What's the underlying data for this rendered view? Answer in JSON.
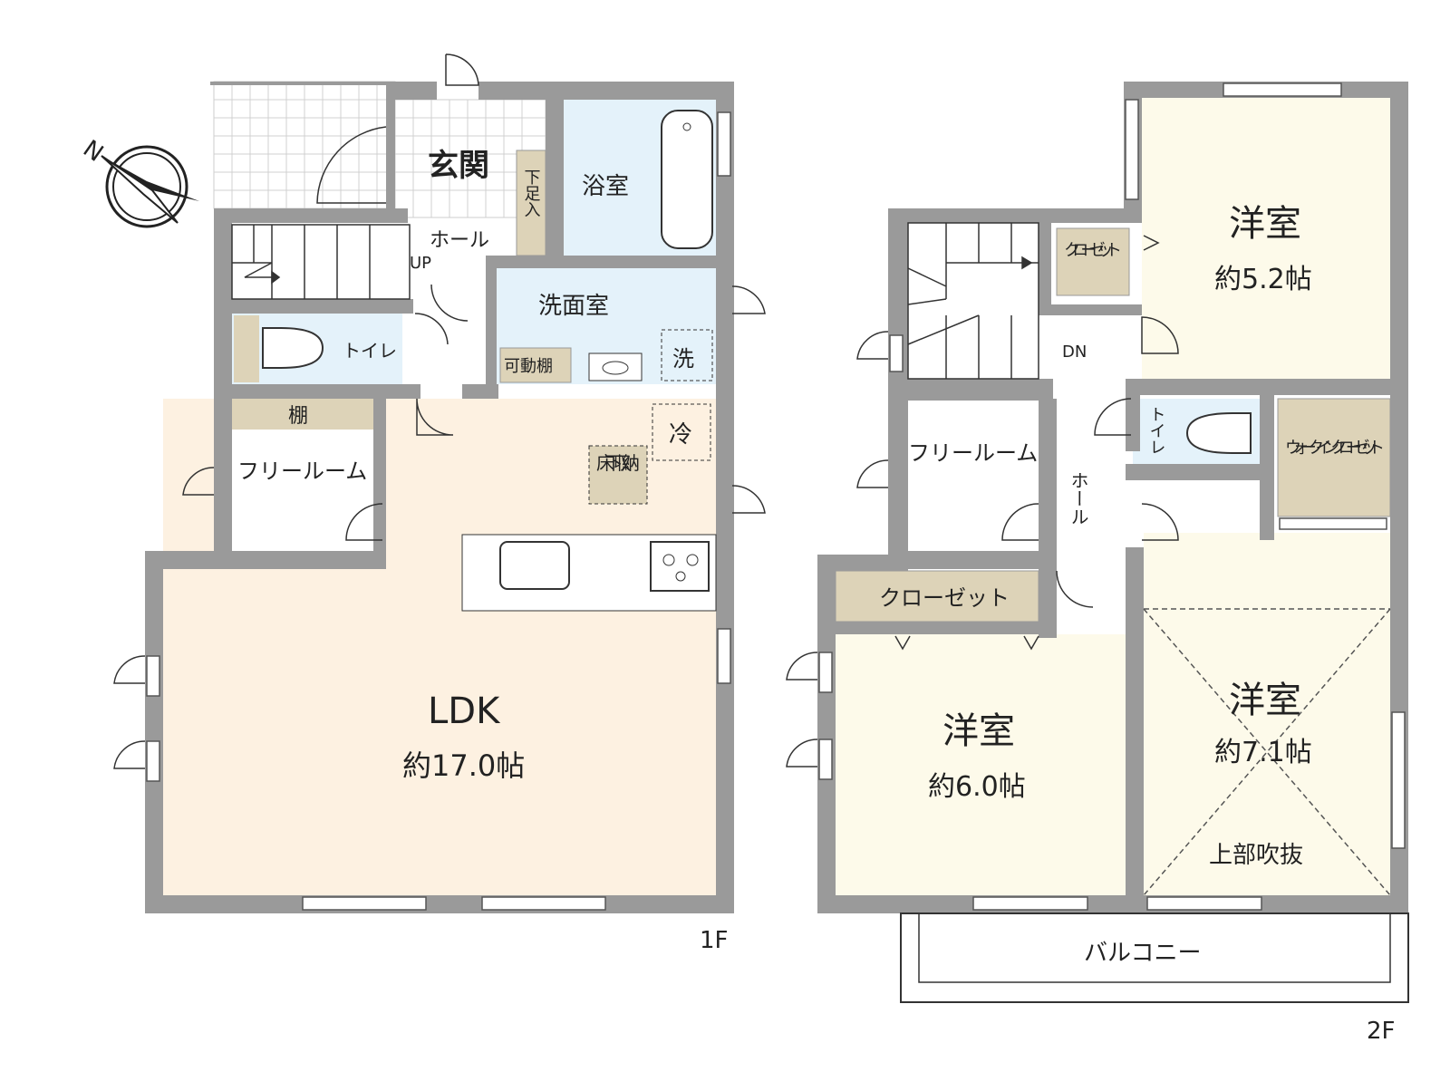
{
  "compass": {
    "north_label": "N"
  },
  "floor1": {
    "label": "1F",
    "genkan": "玄関",
    "getabako": "下足入",
    "bath": "浴室",
    "hall": "ホール",
    "up": "UP",
    "washroom": "洗面室",
    "toilet": "トイレ",
    "movable_shelf": "可動棚",
    "washer": "洗",
    "shelf": "棚",
    "free_room": "フリールーム",
    "fridge": "冷",
    "underfloor_storage": "床下収納",
    "ldk_name": "LDK",
    "ldk_size": "約17.0帖"
  },
  "floor2": {
    "label": "2F",
    "room_a_name": "洋室",
    "room_a_size": "約5.2帖",
    "closet_small": "クローゼット",
    "dn": "DN",
    "free_room": "フリールーム",
    "hall": "ホール",
    "toilet": "トイレ",
    "wic": "ウォークインクローゼット",
    "closet": "クローゼット",
    "room_b_name": "洋室",
    "room_b_size": "約6.0帖",
    "room_c_name": "洋室",
    "room_c_size": "約7.1帖",
    "void": "上部吹抜",
    "balcony": "バルコニー"
  },
  "colors": {
    "wall": "#9a9a9a",
    "ldk_floor": "#fdf1e1",
    "wet_area": "#e4f2fa",
    "storage": "#ddd3b8",
    "bedroom": "#fdfaea",
    "window": "#ffffff"
  }
}
